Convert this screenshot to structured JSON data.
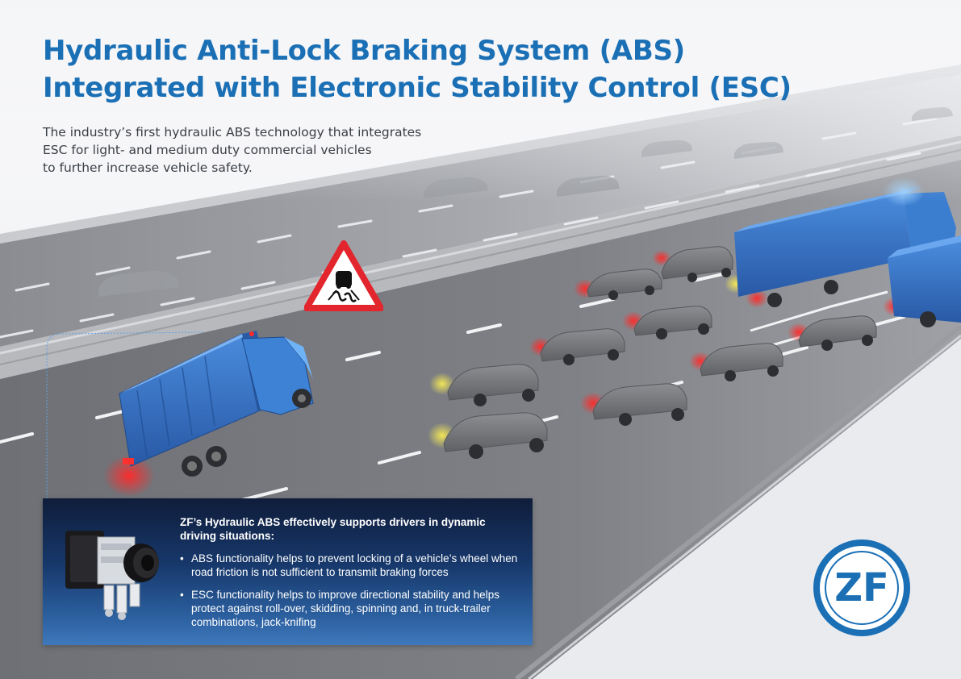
{
  "title": {
    "line1": "Hydraulic Anti-Lock Braking System (ABS)",
    "line2": "Integrated with Electronic Stability Control (ESC)"
  },
  "subtitle": {
    "line1": "The industry’s first hydraulic ABS technology that integrates",
    "line2": "ESC for light- and medium duty commercial vehicles",
    "line3": "to further increase vehicle safety."
  },
  "info_panel": {
    "heading": "ZF’s Hydraulic ABS effectively supports drivers in dynamic driving situations:",
    "bullets": [
      "ABS functionality helps to prevent locking of a vehicle’s wheel when road friction is not sufficient to transmit braking forces",
      "ESC functionality helps to improve directional stability and helps protect against roll-over, skidding, spinning and, in truck-trailer combinations, jack-knifing"
    ],
    "product_image": "hydraulic-abs-modulator-unit"
  },
  "logo": {
    "text": "ZF",
    "color": "#1a6fb5"
  },
  "warning_sign": {
    "icon": "slippery-road-warning-icon",
    "border_color": "#e3262d"
  },
  "colors": {
    "brand_blue": "#1a6fb5",
    "truck_blue": "#2f6fc4",
    "brake_light_red": "#ff2a2a",
    "hazard_light_yellow": "#f2e04a",
    "road_gray": "#7d7f84",
    "panel_dark": "#0f1d3a"
  }
}
